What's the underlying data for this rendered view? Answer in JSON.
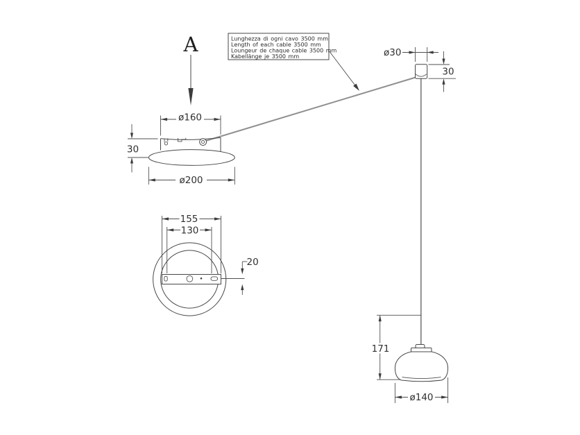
{
  "note_box": {
    "line1": "Lunghezza di ogni cavo 3500 mm",
    "line2": "Length of each cable 3500 mm",
    "line3": "Loungeur de chaque cable 3500 mm",
    "line4": "Kabellänge je 3500 mm"
  },
  "section_marker": {
    "label": "A"
  },
  "canopy_front_view": {
    "top_diameter": "ø160",
    "height": "30",
    "base_diameter": "ø200"
  },
  "ceiling_attachment": {
    "diameter": "ø30",
    "height": "30"
  },
  "canopy_top_view": {
    "bracket_length": "155",
    "hole_spacing": "130",
    "bracket_width": "20"
  },
  "shade": {
    "height": "171",
    "diameter": "ø140"
  },
  "colors": {
    "line": "#474747",
    "cable": "#8f8f8f",
    "background": "#ffffff"
  }
}
